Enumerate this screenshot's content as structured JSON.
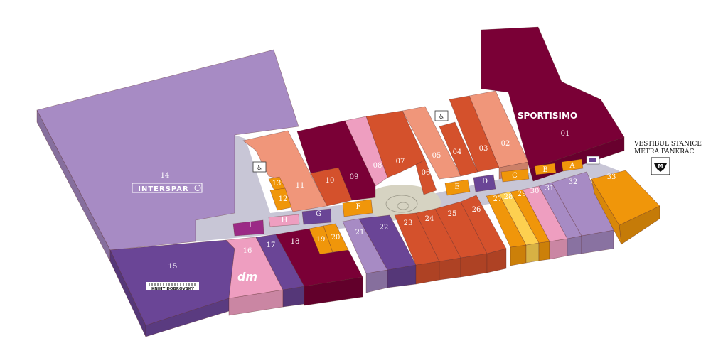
{
  "palette": {
    "lavender": "#a78bc4",
    "purple": "#6a4596",
    "maroon": "#7a0036",
    "rust": "#d4512c",
    "salmon": "#f0967a",
    "pink": "#ee9ec0",
    "orange": "#f0960a",
    "yellow": "#fdd050",
    "magenta": "#9b2a86",
    "plaza": "#d6d3c2",
    "corridor": "#c8c6d6"
  },
  "units": {
    "u01": "01",
    "u02": "02",
    "u03": "03",
    "u04": "04",
    "u05": "05",
    "u06": "06",
    "u07": "07",
    "u08": "08",
    "u09": "09",
    "u10": "10",
    "u11": "11",
    "u12": "12",
    "u13": "13",
    "u14": "14",
    "u15": "15",
    "u16": "16",
    "u17": "17",
    "u18": "18",
    "u19": "19",
    "u20": "20",
    "u21": "21",
    "u22": "22",
    "u23": "23",
    "u24": "24",
    "u25": "25",
    "u26": "26",
    "u27": "27",
    "u28": "28",
    "u29": "29",
    "u30": "30",
    "u31": "31",
    "u32": "32",
    "u33": "33",
    "A": "A",
    "B": "B",
    "C": "C",
    "D": "D",
    "E": "E",
    "F": "F",
    "G": "G",
    "H": "H",
    "I": "I"
  },
  "brands": {
    "sportisimo": "SPORTISIMO",
    "interspar": "INTERSPAR",
    "dm": "dm",
    "knihy": "KNIHY DOBROVSKÝ"
  },
  "metro": {
    "line1": "VESTIBUL STANICE",
    "line2": "METRA PANKRÁC",
    "icon": "metro-m-icon"
  }
}
